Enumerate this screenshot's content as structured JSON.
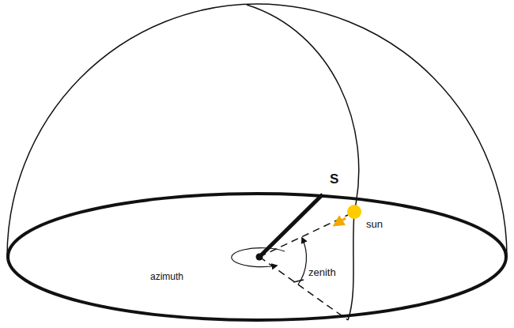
{
  "diagram": {
    "labels": [
      "S",
      "sun",
      "azimuth",
      "zenith"
    ]
  }
}
